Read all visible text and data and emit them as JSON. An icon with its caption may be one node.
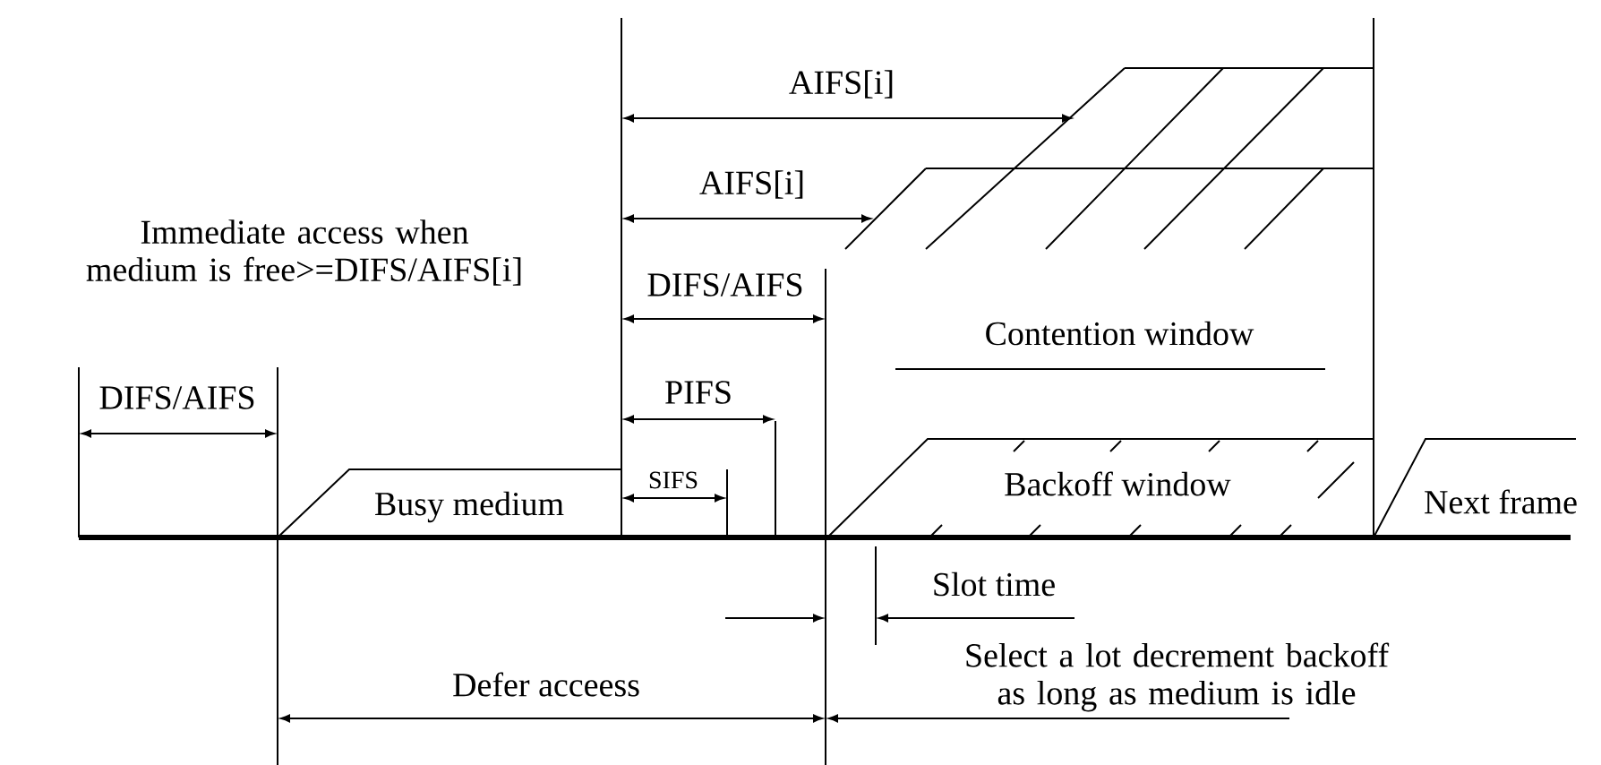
{
  "diagram": {
    "nodes": [
      {
        "text": [
          "Busy medium"
        ]
      },
      {
        "text": [
          "Backoff window"
        ]
      },
      {
        "text": [
          "Next frame"
        ]
      }
    ],
    "labels": [
      "AIFS[i]",
      "AIFS[i]",
      "Immediate access when medium is free>=DIFS/AIFS[i]",
      "DIFS/AIFS",
      "Contention window",
      "DIFS/AIFS",
      "PIFS",
      "SIFS",
      "Slot time",
      "Select a lot decrement backoff as long as medium is idle",
      "Defer acceess"
    ]
  }
}
